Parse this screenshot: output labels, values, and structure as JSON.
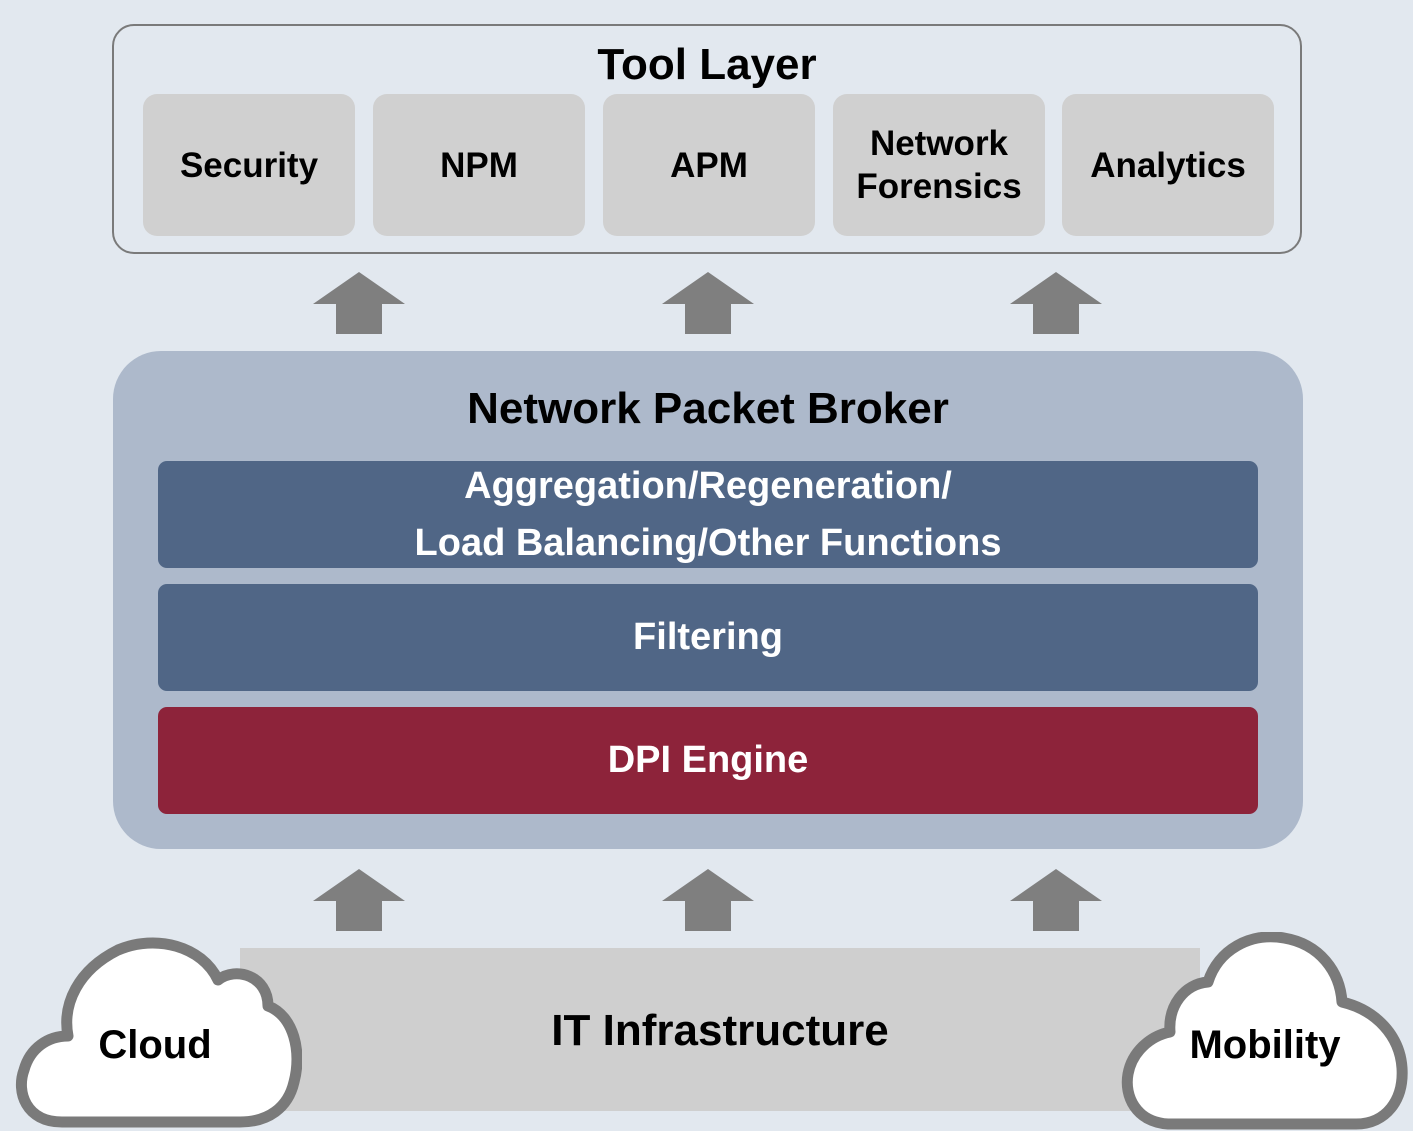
{
  "tool_layer": {
    "title": "Tool Layer",
    "tools": [
      {
        "label": "Security"
      },
      {
        "label": "NPM"
      },
      {
        "label": "APM"
      },
      {
        "label": "Network\nForensics"
      },
      {
        "label": "Analytics"
      }
    ]
  },
  "network_packet_broker": {
    "title": "Network Packet Broker",
    "rows": [
      {
        "line1": "Aggregation/Regeneration/",
        "line2": "Load Balancing/Other Functions"
      },
      {
        "label": "Filtering"
      },
      {
        "label": "DPI Engine"
      }
    ]
  },
  "infrastructure": {
    "label": "IT Infrastructure",
    "left_cloud": "Cloud",
    "right_cloud": "Mobility"
  },
  "arrows": {
    "icon": "up-arrow-icon",
    "color": "#7f7f7f"
  },
  "colors": {
    "background": "#e2e8ef",
    "tool_box": "#d0d0d0",
    "npb_panel": "#adb9cb",
    "function_row": "#506686",
    "dpi_row": "#8d233a",
    "infra_bar": "#cfcfcf",
    "cloud_outline": "#7a7a7a"
  }
}
